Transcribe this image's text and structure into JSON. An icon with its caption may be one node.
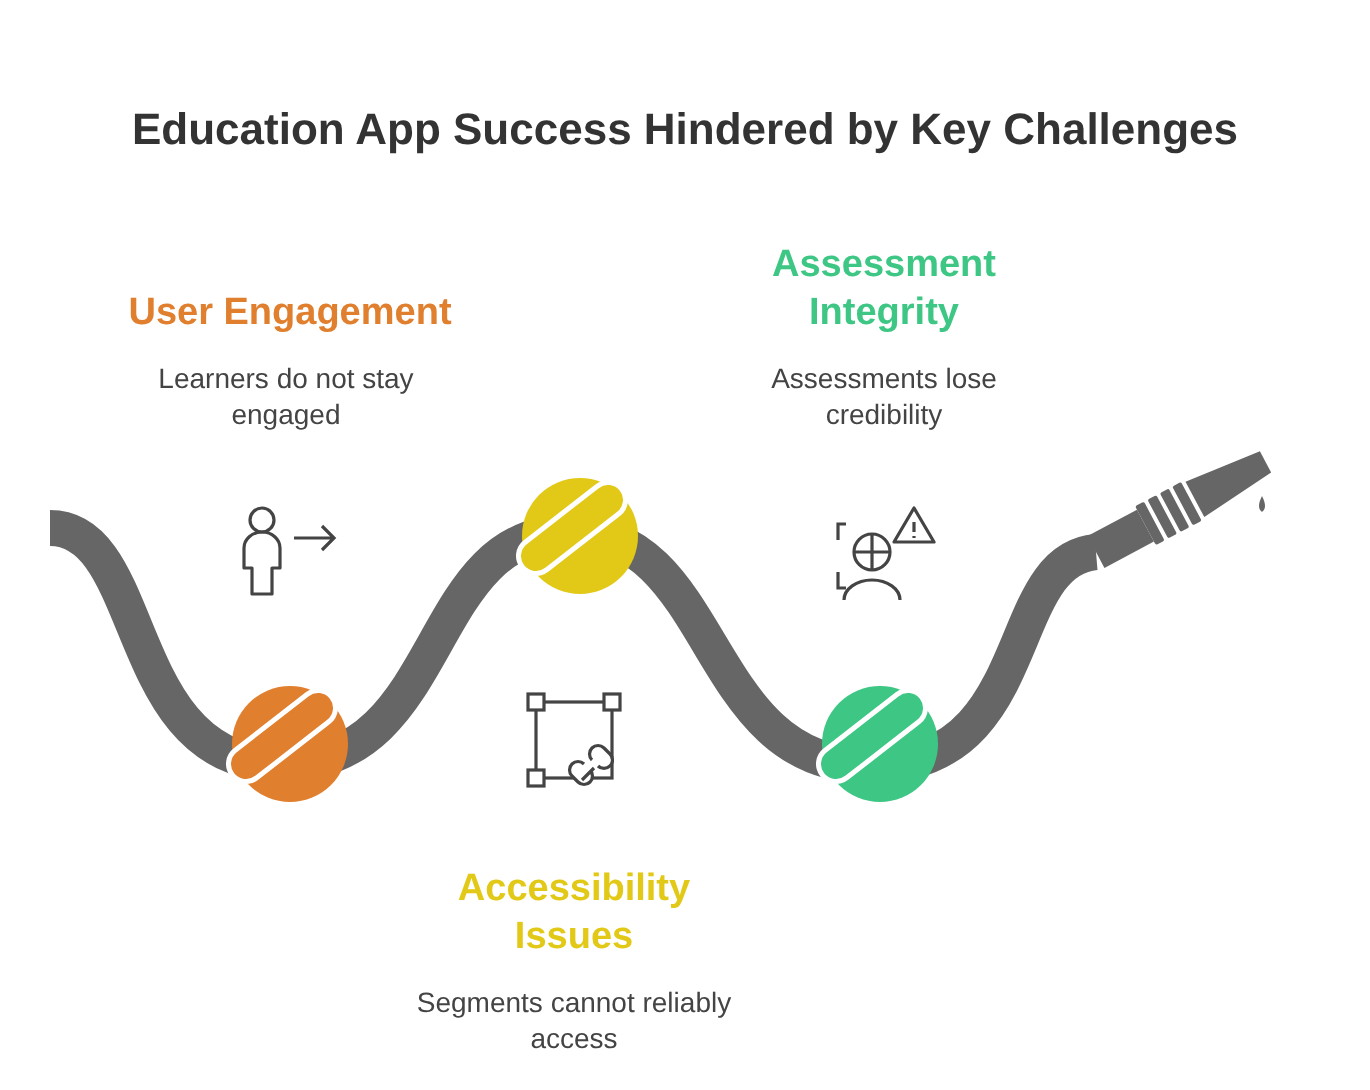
{
  "diagram": {
    "title": "Education App Success Hindered by Key Challenges",
    "labels": [
      "Assessment Integrity",
      "User Engagement",
      "Learners do not stay engaged",
      "Assessments lose credibility",
      "Accessibility Issues",
      "Segments cannot reliably access"
    ]
  }
}
